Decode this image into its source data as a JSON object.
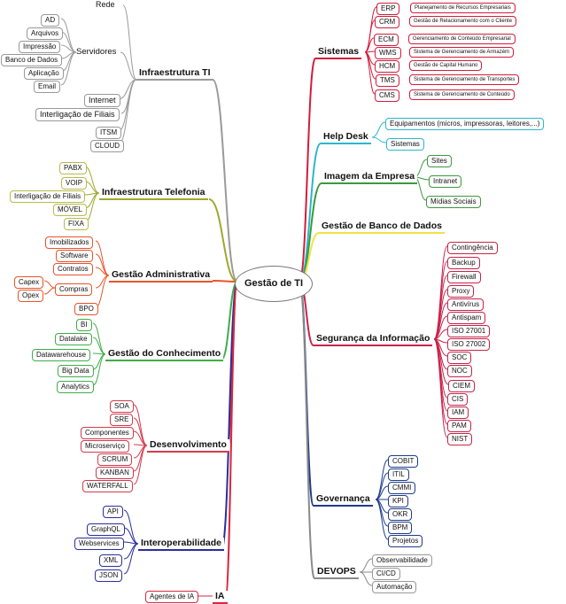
{
  "center": "Gestão de TI",
  "branches": {
    "infra_ti": {
      "label": "Infraestrutura TI",
      "color": "#9a9a9a",
      "rede": "Rede",
      "servidores": {
        "label": "Servidores",
        "items": [
          "AD",
          "Arquivos",
          "Impressão",
          "Banco de Dados",
          "Aplicação",
          "Email"
        ]
      },
      "internet": "Internet",
      "interligacao": "Interligação de Filiais",
      "itsm": "ITSM",
      "cloud": "CLOUD"
    },
    "telefonia": {
      "label": "Infraestrutura Telefonia",
      "color": "#a0a82a",
      "items": [
        "PABX",
        "VOIP",
        "Interligação de Filiais",
        "MÓVEL",
        "FIXA"
      ]
    },
    "administrativa": {
      "label": "Gestão Administrativa",
      "color": "#e8542a",
      "items": [
        "Imobilizados",
        "Software",
        "Contratos"
      ],
      "compras": {
        "label": "Compras",
        "items": [
          "Capex",
          "Opex"
        ]
      },
      "bpo": "BPO"
    },
    "conhecimento": {
      "label": "Gestão do Conhecimento",
      "color": "#3fae49",
      "items": [
        "BI",
        "Datalake",
        "Datawarehouse",
        "Big Data",
        "Analytics"
      ]
    },
    "desenvolvimento": {
      "label": "Desenvolvimento",
      "color": "#d33a4c",
      "items": [
        "SOA",
        "SRE",
        "Componentes",
        "Microserviço",
        "SCRUM",
        "KANBAN",
        "WATERFALL"
      ]
    },
    "interoperabilidade": {
      "label": "Interoperabilidade",
      "color": "#2a2e9c",
      "items": [
        "API",
        "GraphQL",
        "Webservices",
        "XML",
        "JSON"
      ]
    },
    "ia": {
      "label": "IA",
      "color": "#d8263e",
      "items": [
        "Agentes de IA"
      ]
    },
    "sistemas": {
      "label": "Sistemas",
      "color": "#d31c3a",
      "items": [
        {
          "code": "ERP",
          "desc": "Planejamento de Recursos Empresariais"
        },
        {
          "code": "CRM",
          "desc": "Gestão de Relacionamento com o Cliente"
        },
        {
          "code": "ECM",
          "desc": "Gerenciamento de Conteúdo Empresarial"
        },
        {
          "code": "WMS",
          "desc": "Sistema de Gerenciamento de Armazém"
        },
        {
          "code": "HCM",
          "desc": "Gestão de Capital Humano"
        },
        {
          "code": "TMS",
          "desc": "Sistema de Gerenciamento de Transportes"
        },
        {
          "code": "CMS",
          "desc": "Sistema de Gerenciamento de Conteúdo"
        }
      ]
    },
    "help_desk": {
      "label": "Help Desk",
      "color": "#2bb6cf",
      "items": [
        "Equipamentos (micros, impressoras, leitores,...)",
        "Sistemas"
      ]
    },
    "imagem": {
      "label": "Imagem da Empresa",
      "color": "#3a9a3c",
      "items": [
        "Sites",
        "Intranet",
        "Mídias Sociais"
      ]
    },
    "banco": {
      "label": "Gestão de Banco de Dados",
      "color": "#f2e14a"
    },
    "seguranca": {
      "label": "Segurança da Informação",
      "color": "#c8234a",
      "items": [
        "Contingência",
        "Backup",
        "Firewall",
        "Proxy",
        "Antivírus",
        "Antispam",
        "ISO 27001",
        "ISO 27002",
        "SOC",
        "NOC",
        "CIEM",
        "CIS",
        "IAM",
        "PAM",
        "NIST"
      ]
    },
    "governanca": {
      "label": "Governança",
      "color": "#1e3c8c",
      "items": [
        "COBIT",
        "ITIL",
        "CMMI",
        "KPI",
        "OKR",
        "BPM",
        "Projetos"
      ]
    },
    "devops": {
      "label": "DEVOPS",
      "color": "#8a8a8a",
      "items": [
        "Observabilidade",
        "CI/CD",
        "Automação"
      ]
    }
  }
}
